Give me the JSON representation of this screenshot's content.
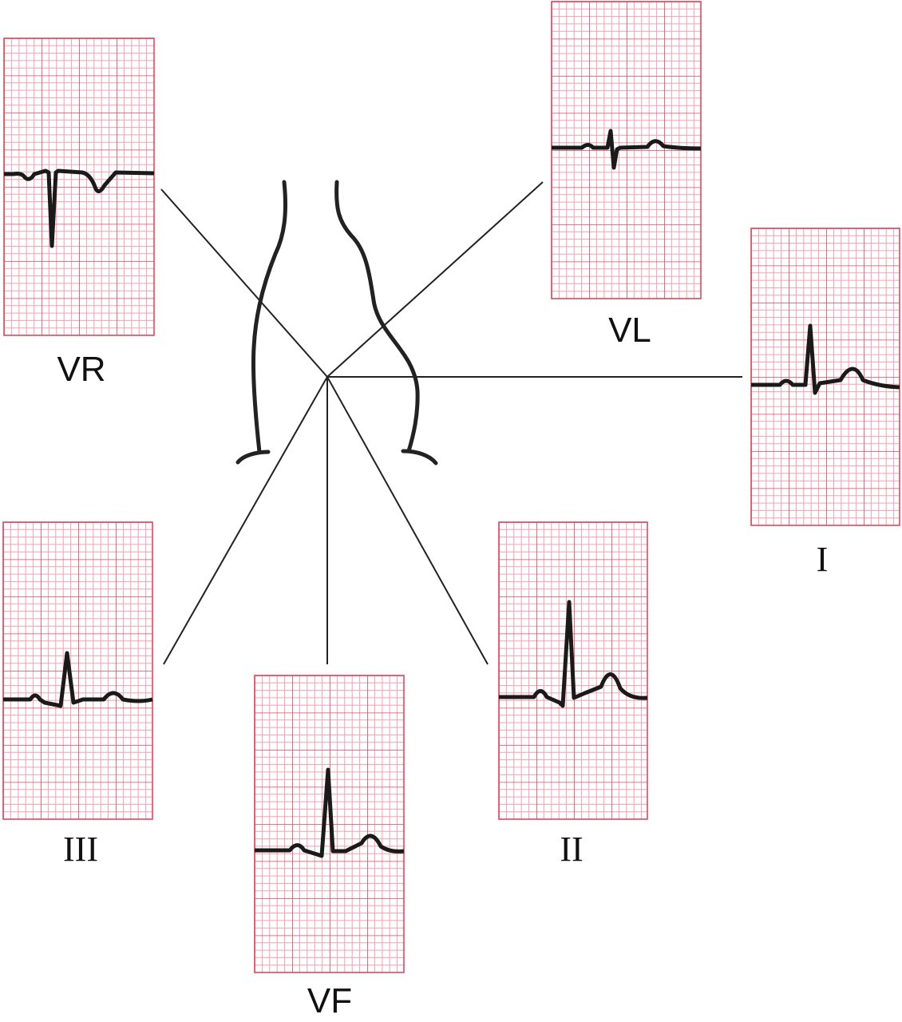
{
  "diagram": {
    "leads": [
      {
        "id": "vr",
        "label": "VR"
      },
      {
        "id": "vl",
        "label": "VL"
      },
      {
        "id": "i",
        "label": "I"
      },
      {
        "id": "iii",
        "label": "III"
      },
      {
        "id": "vf",
        "label": "VF"
      },
      {
        "id": "ii",
        "label": "II"
      }
    ],
    "colors": {
      "grid_major": "#e0475e",
      "grid_minor": "#f3a0b0",
      "trace": "#1a1a1a",
      "axis_line": "#222222",
      "body_outline": "#222222"
    }
  }
}
